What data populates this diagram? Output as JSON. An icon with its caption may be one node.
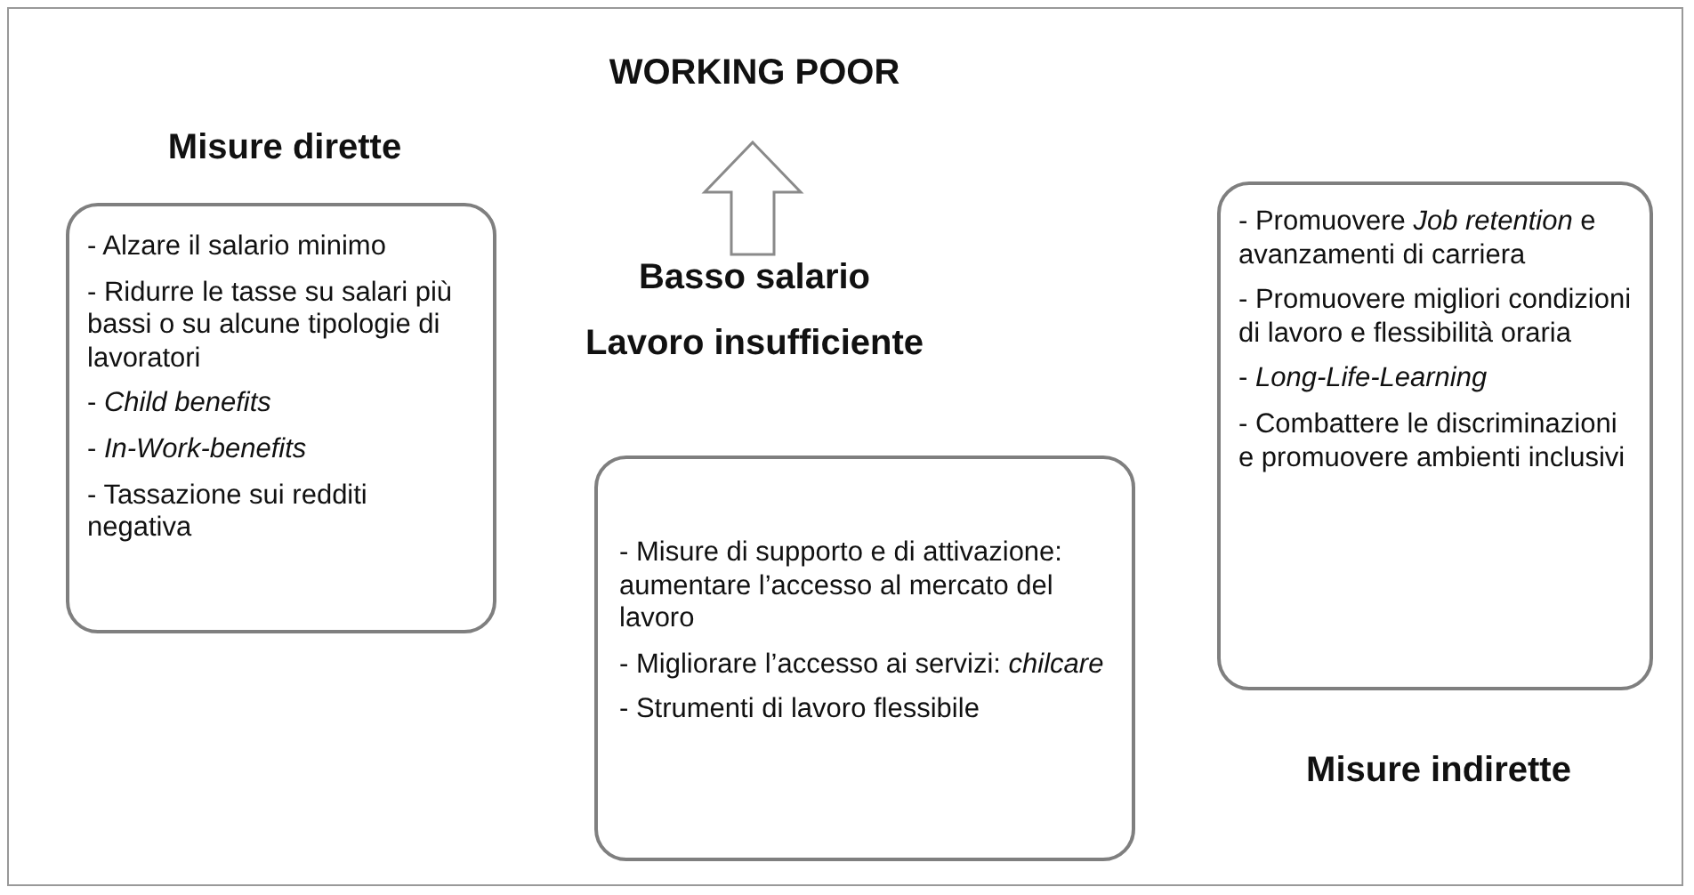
{
  "diagram": {
    "nodes": [
      {
        "text": [
          "WORKING POOR"
        ]
      },
      {
        "text": [
          "Basso salario",
          "Lavoro insufficiente"
        ]
      },
      {
        "text": [
          "Misure dirette",
          "- Alzare il salario minimo",
          "- Ridurre le tasse su salari più bassi o su alcune tipologie di lavoratori",
          "- *Child benefits*",
          "- *In-Work-benefits*",
          "- Tassazione sui redditi negativa"
        ]
      },
      {
        "text": [
          "- Misure di supporto e di attivazione: aumentare l’accesso al mercato del lavoro",
          "- Migliorare l’accesso ai servizi: *chilcare*",
          "- Strumenti di lavoro flessibile"
        ]
      },
      {
        "text": [
          "- Promuovere *Job retention* e avanzamenti di carriera",
          "- Promuovere migliori condizioni di lavoro e flessibilità oraria",
          "- *Long-Life-Learning*",
          "- Combattere le discriminazioni e promuovere ambienti inclusivi",
          "Misure indirette"
        ]
      }
    ],
    "edges": [
      {
        "from": 1,
        "to": 0,
        "arrow": "to"
      }
    ]
  }
}
